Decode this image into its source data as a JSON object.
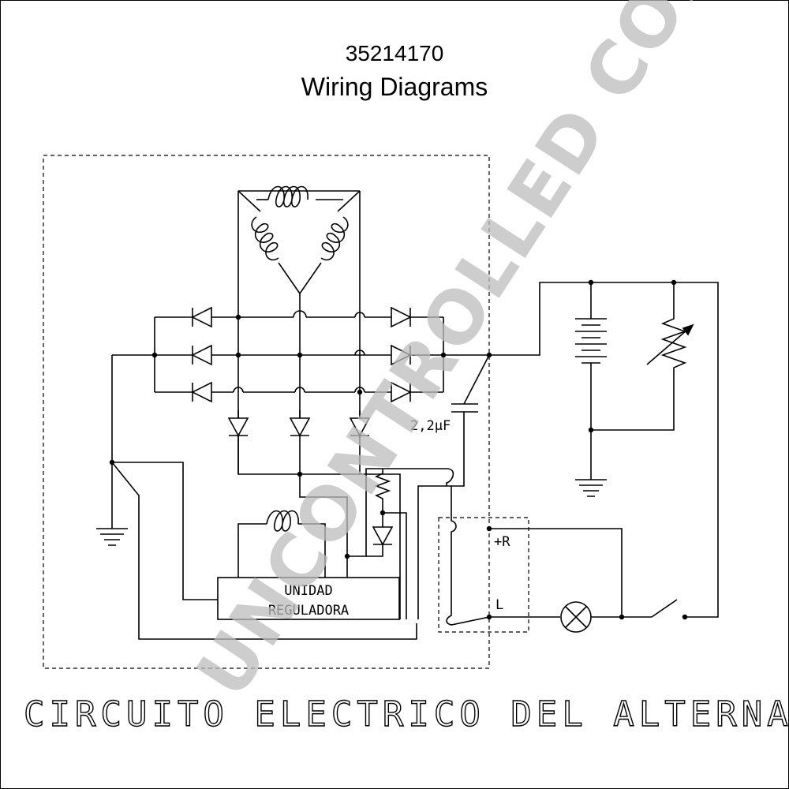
{
  "header": {
    "part_number": "35214170",
    "subtitle": "Wiring Diagrams"
  },
  "labels": {
    "capacitor": "2,2μF",
    "regulator_line1": "UNIDAD",
    "regulator_line2": "REGULADORA",
    "terminal_r": "+R",
    "terminal_l": "L"
  },
  "footer": {
    "caption": "CIRCUITO ELECTRICO DEL ALTERNADOR"
  },
  "watermark": {
    "text": "UNCONTROLLED COPY",
    "color": "#bdbdbd"
  }
}
